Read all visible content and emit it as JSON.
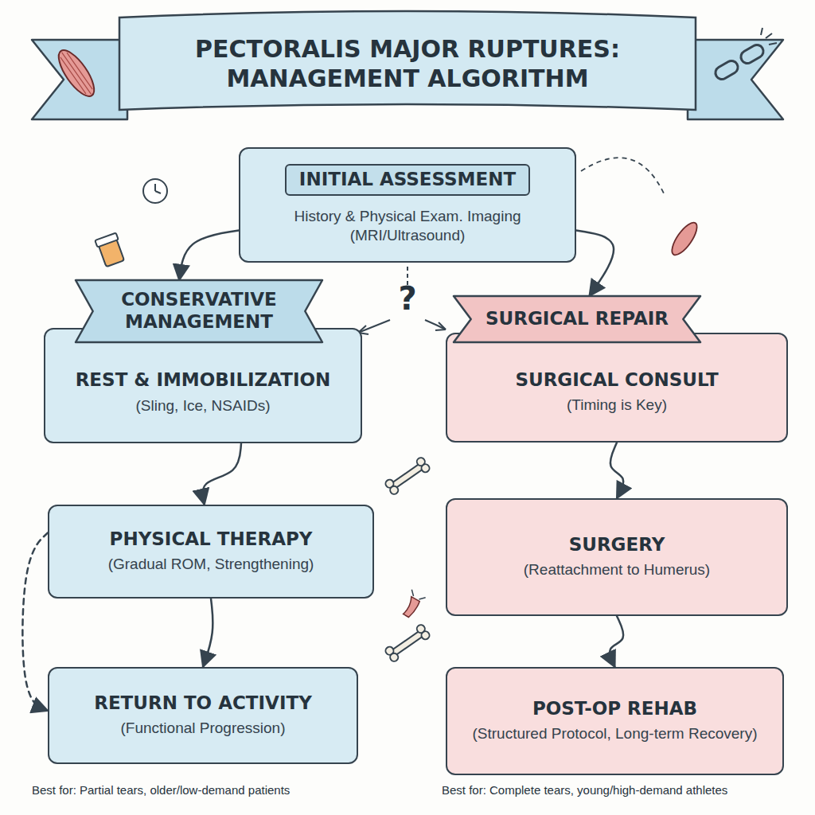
{
  "diagram": {
    "title": "PECTORALIS MAJOR RUPTURES: MANAGEMENT ALGORITHM",
    "nodes": [
      {
        "text": [
          "INITIAL ASSESSMENT",
          "History & Physical Exam. Imaging (MRI/Ultrasound)"
        ]
      },
      {
        "text": [
          "CONSERVATIVE MANAGEMENT"
        ]
      },
      {
        "text": [
          "SURGICAL REPAIR"
        ]
      },
      {
        "text": [
          "REST & IMMOBILIZATION",
          "(Sling, Ice, NSAIDs)"
        ]
      },
      {
        "text": [
          "SURGICAL CONSULT",
          "(Timing is Key)"
        ]
      },
      {
        "text": [
          "PHYSICAL THERAPY",
          "(Gradual ROM, Strengthening)"
        ]
      },
      {
        "text": [
          "SURGERY",
          "(Reattachment to Humerus)"
        ]
      },
      {
        "text": [
          "RETURN TO ACTIVITY",
          "(Functional Progression)"
        ]
      },
      {
        "text": [
          "POST-OP REHAB",
          "(Structured Protocol, Long-term Recovery)"
        ]
      }
    ],
    "edges": [
      {
        "from": 0,
        "to": 1,
        "arrow": "to"
      },
      {
        "from": 0,
        "to": 2,
        "arrow": "to"
      },
      {
        "from": 3,
        "to": 5,
        "arrow": "to"
      },
      {
        "from": 5,
        "to": 7,
        "arrow": "to"
      },
      {
        "from": 5,
        "to": 7,
        "arrow": "to"
      },
      {
        "from": 4,
        "to": 6,
        "arrow": "to"
      },
      {
        "from": 6,
        "to": 8,
        "arrow": "to"
      }
    ],
    "labels": [
      "?",
      "Best for: Partial tears, older/low-demand patients",
      "Best for: Complete tears, young/high-demand athletes"
    ]
  }
}
